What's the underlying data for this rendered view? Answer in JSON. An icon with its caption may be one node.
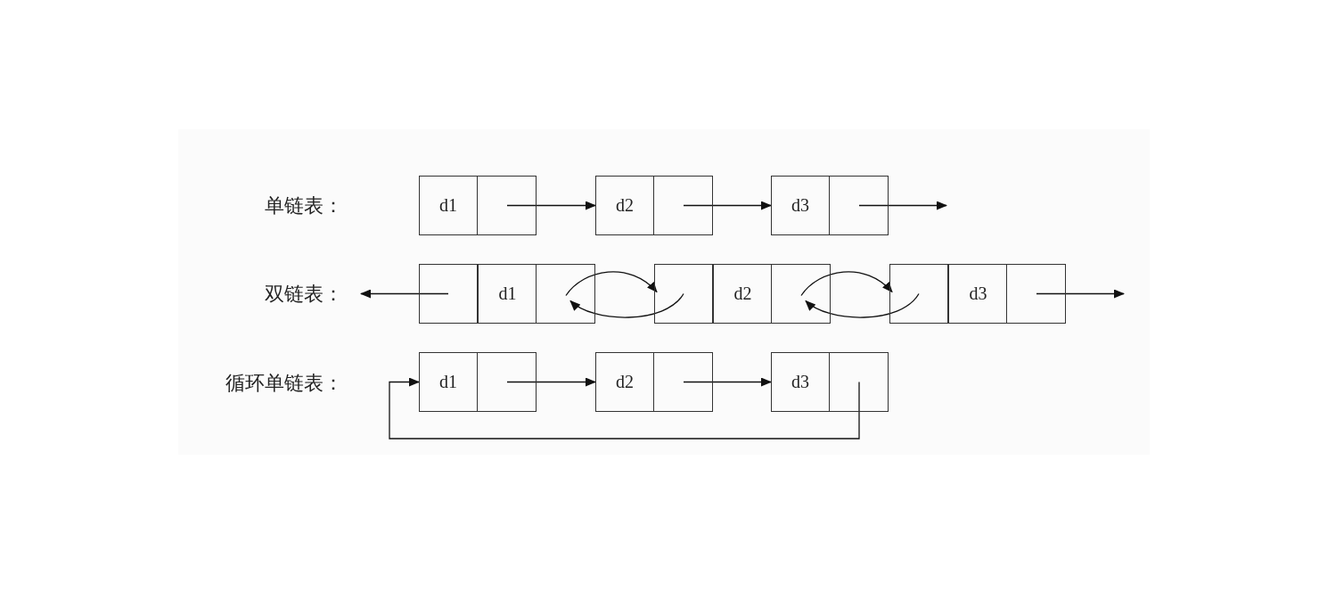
{
  "diagram": {
    "nodes": [
      {
        "text": [
          "d1"
        ]
      },
      {
        "text": [],
        "shape": "box",
        "in": 0
      },
      {
        "text": [
          "d2"
        ]
      },
      {
        "text": [],
        "shape": "box",
        "in": 2
      },
      {
        "text": [
          "d3"
        ]
      },
      {
        "text": [],
        "shape": "box",
        "in": 4
      },
      {
        "text": [
          "d1"
        ]
      },
      {
        "text": [],
        "shape": "box",
        "in": 6
      },
      {
        "text": [],
        "shape": "box",
        "in": 6
      },
      {
        "text": [
          "d2"
        ]
      },
      {
        "text": [],
        "shape": "box",
        "in": 9
      },
      {
        "text": [],
        "shape": "box",
        "in": 9
      },
      {
        "text": [
          "d3"
        ]
      },
      {
        "text": [],
        "shape": "box",
        "in": 12
      },
      {
        "text": [],
        "shape": "box",
        "in": 12
      },
      {
        "text": [
          "d1"
        ]
      },
      {
        "text": [],
        "shape": "box",
        "in": 15
      },
      {
        "text": [
          "d2"
        ]
      },
      {
        "text": [],
        "shape": "box",
        "in": 17
      },
      {
        "text": [
          "d3"
        ]
      },
      {
        "text": [],
        "shape": "box",
        "in": 19
      }
    ],
    "edges": [
      {
        "from": 1,
        "to": 2,
        "arrow": "to"
      },
      {
        "from": 3,
        "to": 4,
        "arrow": "to"
      },
      {
        "from": 5,
        "to": null,
        "arrow": "to"
      },
      {
        "from": 7,
        "to": null,
        "arrow": "to"
      },
      {
        "from": 8,
        "to": 10,
        "arrow": "to"
      },
      {
        "from": 10,
        "to": 8,
        "arrow": "to"
      },
      {
        "from": 11,
        "to": 13,
        "arrow": "to"
      },
      {
        "from": 13,
        "to": 11,
        "arrow": "to"
      },
      {
        "from": 14,
        "to": null,
        "arrow": "to"
      },
      {
        "from": 16,
        "to": 17,
        "arrow": "to"
      },
      {
        "from": 18,
        "to": 19,
        "arrow": "to"
      },
      {
        "from": 20,
        "to": 15,
        "arrow": "to"
      }
    ],
    "labels": [
      "单链表：",
      "双链表：",
      "循环单链表："
    ]
  }
}
